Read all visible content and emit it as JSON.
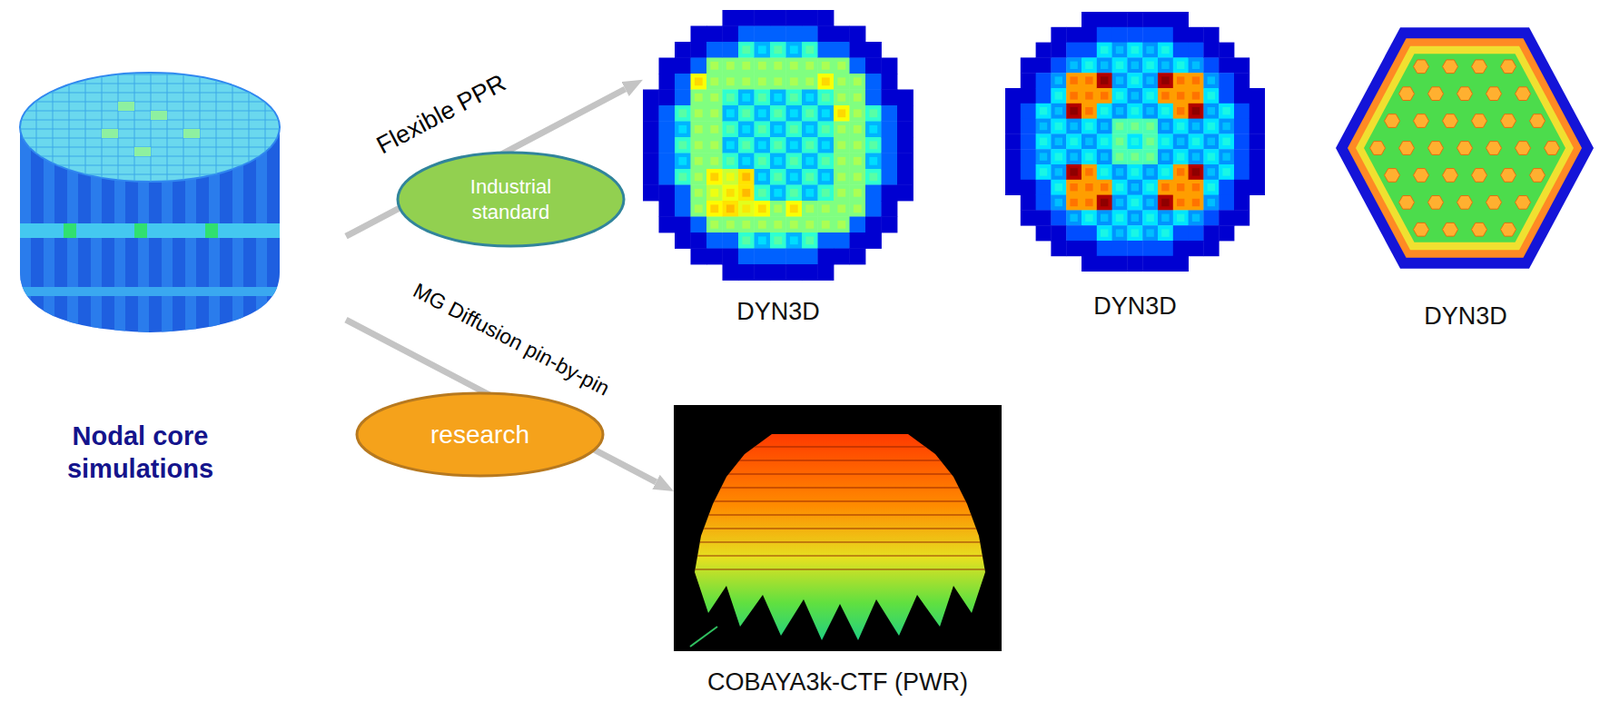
{
  "diagram": {
    "nodes": [
      {
        "text": [
          "Nodal core simulations"
        ]
      },
      {
        "text": [
          "Industrial standard"
        ]
      },
      {
        "text": [
          "research"
        ]
      },
      {
        "text": [
          "DYN3D"
        ]
      },
      {
        "text": [
          "DYN3D"
        ]
      },
      {
        "text": [
          "DYN3D"
        ]
      },
      {
        "text": [
          "COBAYA3k-CTF (PWR)"
        ]
      }
    ],
    "edges": [
      {
        "from": 0,
        "to": 3,
        "arrow": "to",
        "label": "Flexible PPR"
      },
      {
        "from": 0,
        "to": 6,
        "arrow": "to",
        "label": "MG Diffusion pin-by-pin"
      }
    ]
  }
}
